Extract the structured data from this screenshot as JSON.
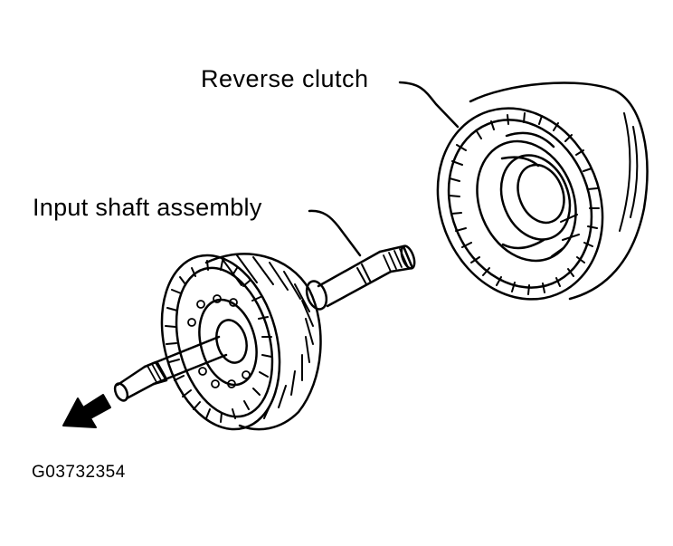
{
  "labels": {
    "reverse_clutch": "Reverse clutch",
    "input_shaft_assembly": "Input shaft assembly",
    "figure_code": "G03732354"
  },
  "colors": {
    "ink": "#000000",
    "paper": "#ffffff"
  },
  "icons": {
    "direction_arrow": "arrow-down-left-icon"
  }
}
